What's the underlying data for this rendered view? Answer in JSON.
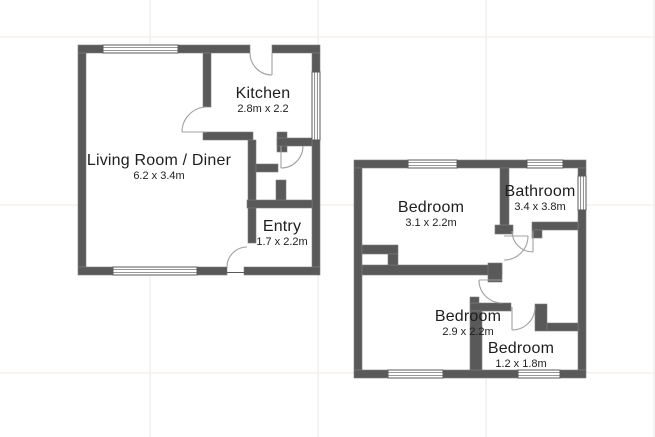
{
  "image_type": "floorplan-drawing",
  "colors": {
    "wall": "#595959",
    "wall_edge": "#7e7e7e",
    "background": "#ffffff",
    "room_fill": "#ffffff",
    "door_arc": "#a0a0a0",
    "window_line": "#5a5a5a",
    "text": "#1e1e1e",
    "grid_line": "#f3efec"
  },
  "floorplans": [
    {
      "id": "ground-floor",
      "rooms": [
        {
          "label": "Living Room / Diner",
          "dims": "6.2 x 3.4m"
        },
        {
          "label": "Kitchen",
          "dims": "2.8m x 2.2"
        },
        {
          "label": "Entry",
          "dims": "1.7 x 2.2m"
        }
      ]
    },
    {
      "id": "first-floor",
      "rooms": [
        {
          "label": "Bedroom",
          "dims": "3.1 x 2.2m"
        },
        {
          "label": "Bathroom",
          "dims": "3.4 x 3.8m"
        },
        {
          "label": "Bedroom",
          "dims": "2.9 x 2.2m"
        },
        {
          "label": "Bedroom",
          "dims": "1.2 x 1.8m"
        }
      ]
    }
  ]
}
